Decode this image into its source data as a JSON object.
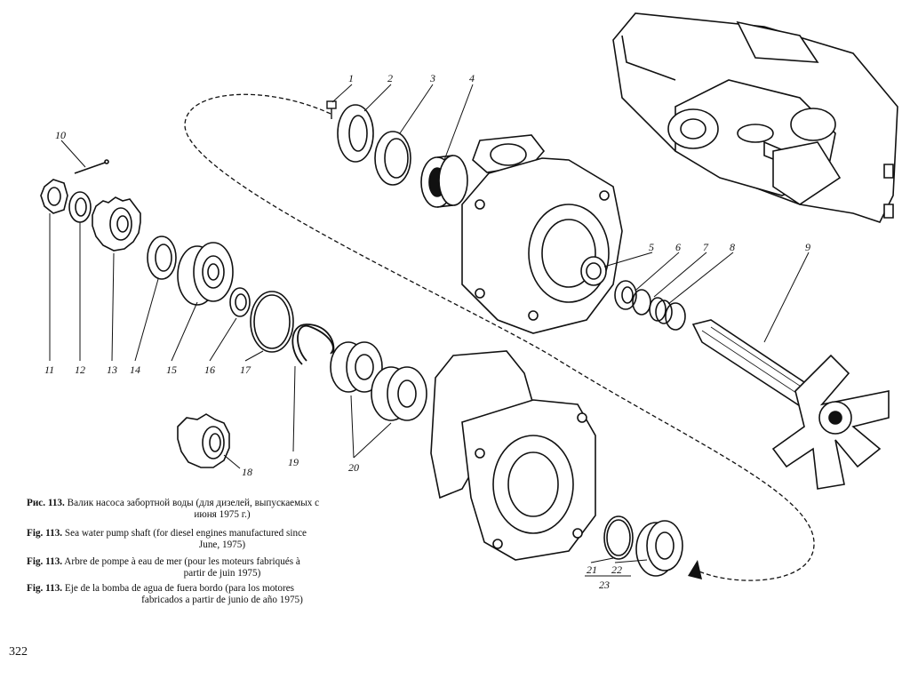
{
  "figure": {
    "captions": [
      {
        "prefix": "Рис. 113.",
        "line1": "Валик насоса забортной воды (для дизелей, выпускаемых с",
        "line2": "июня 1975 г.)"
      },
      {
        "prefix": "Fig. 113.",
        "line1": "Sea water pump shaft (for diesel engines manufactured since",
        "line2": "June, 1975)"
      },
      {
        "prefix": "Fig. 113.",
        "line1": "Arbre de pompe à eau de mer (pour les moteurs fabriqués à",
        "line2": "partir de juin 1975)"
      },
      {
        "prefix": "Fig. 113.",
        "line1": "Eje de la bomba de agua de fuera bordo (para los motores",
        "line2": "fabricados a partir de junio de año 1975)"
      }
    ],
    "part_labels": [
      "1",
      "2",
      "3",
      "4",
      "5",
      "6",
      "7",
      "8",
      "9",
      "10",
      "11",
      "12",
      "13",
      "14",
      "15",
      "16",
      "17",
      "18",
      "19",
      "20",
      "21",
      "22",
      "23"
    ]
  },
  "page_number": "322"
}
